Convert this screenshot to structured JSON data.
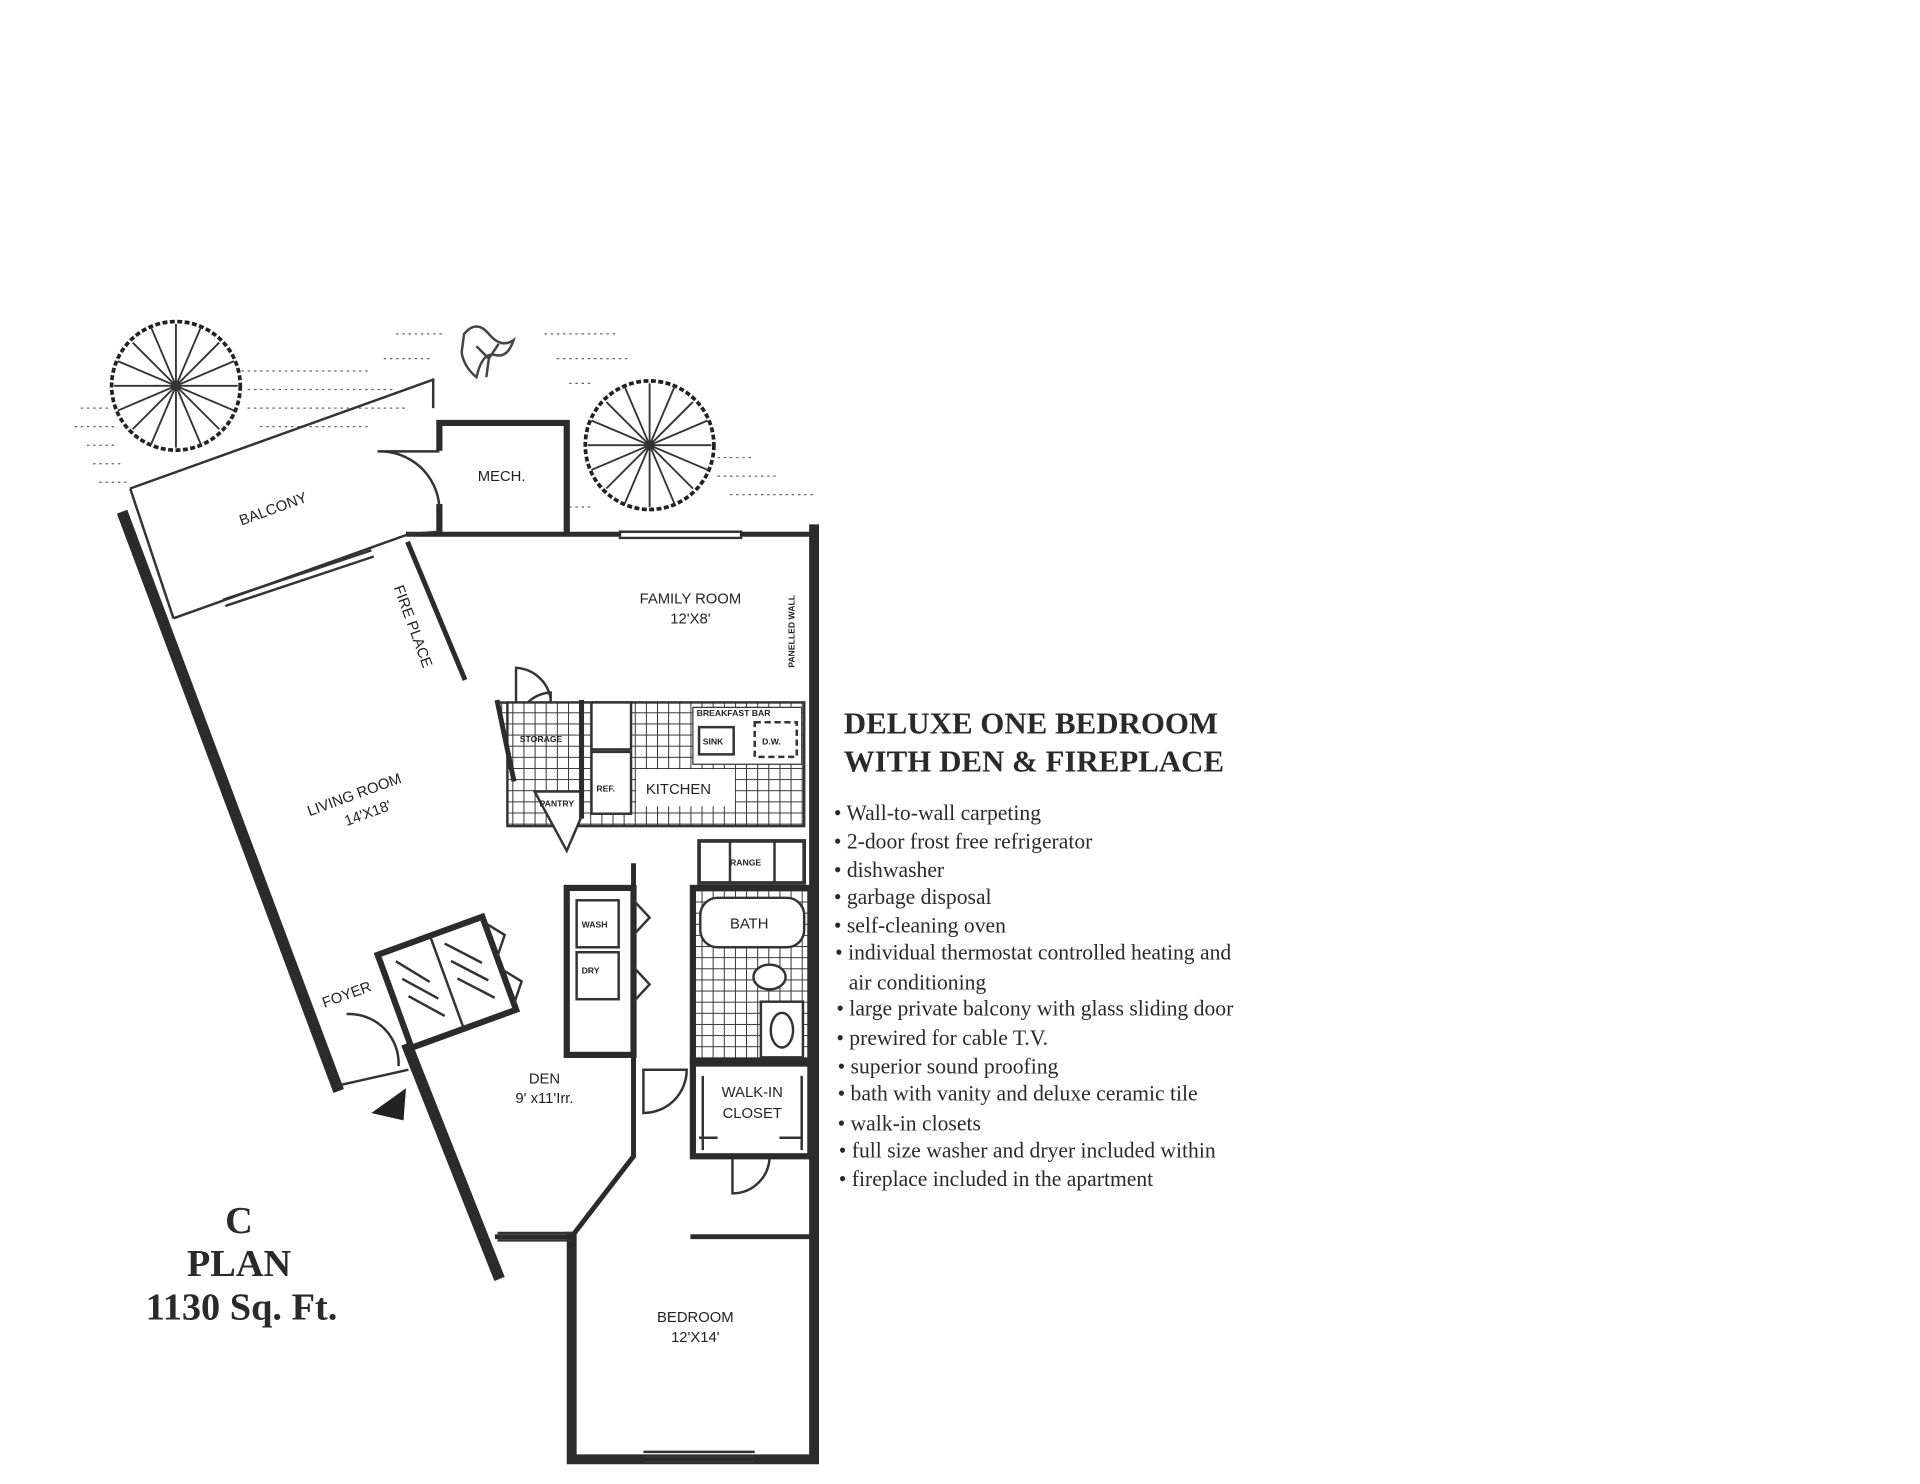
{
  "title": {
    "line1": "DELUXE ONE BEDROOM",
    "line2": "WITH DEN & FIREPLACE"
  },
  "features": [
    "• Wall-to-wall carpeting",
    "• 2-door frost free refrigerator",
    "• dishwasher",
    "• garbage disposal",
    "• self-cleaning oven",
    "• individual thermostat controlled heating and",
    "air conditioning",
    "• large private balcony with glass sliding door",
    "• prewired for cable T.V.",
    "•  superior sound proofing",
    "• bath with vanity and deluxe ceramic tile",
    "• walk-in closets",
    "• full size washer and dryer included within",
    "• fireplace included in the apartment"
  ],
  "plan": {
    "letter": "C",
    "name": "PLAN",
    "area": "1130 Sq. Ft."
  },
  "rooms": {
    "balcony": "BALCONY",
    "mech": "MECH.",
    "family_room": "FAMILY ROOM",
    "family_room_size": "12'X8'",
    "panelled_wall": "PANELLED WALL",
    "fireplace": "FIRE PLACE",
    "breakfast_bar": "BREAKFAST BAR",
    "sink": "SINK",
    "dw": "D.W.",
    "storage": "STORAGE",
    "ref": "REF.",
    "kitchen": "KITCHEN",
    "pantry": "PANTRY",
    "living_room": "LIVING ROOM",
    "living_room_size": "14'X18'",
    "range": "RANGE",
    "bath": "BATH",
    "wash": "WASH",
    "dry": "DRY",
    "foyer": "FOYER",
    "den": "DEN",
    "den_size": "9' x11'Irr.",
    "walkin1": "WALK-IN",
    "walkin2": "CLOSET",
    "bedroom": "BEDROOM",
    "bedroom_size": "12'X14'"
  }
}
